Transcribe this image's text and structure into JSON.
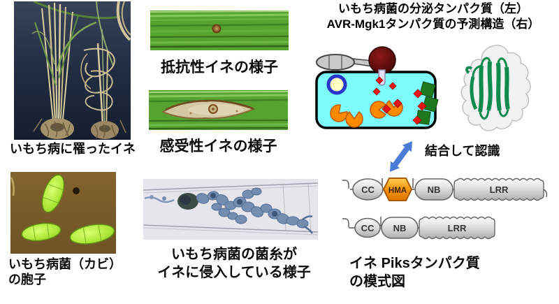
{
  "figure": {
    "description_domain": "rice-blast-disease-figure"
  },
  "photos": {
    "diseased_rice": {
      "caption": "いもち病に罹ったイネ"
    },
    "resistant_leaf": {
      "caption": "抵抗性イネの様子"
    },
    "susceptible_leaf": {
      "caption": "感受性イネの様子"
    },
    "spores": {
      "caption_line1": "いもち病菌（カビ）",
      "caption_line2": "の胞子"
    },
    "hyphae": {
      "caption_line1": "いもち病菌の菌糸が",
      "caption_line2": "イネに侵入している様子"
    }
  },
  "effector_panel": {
    "title_line1": "いもち病菌の分泌タンパク質（左）",
    "title_line2_bold": "AVR-Mgk1",
    "title_line2_rest": "タンパク質の予測構造（右）",
    "binding_label": "結合して認識"
  },
  "piks_diagram": {
    "row1_domains": {
      "cc": "CC",
      "hma": "HMA",
      "nb": "NB",
      "lrr": "LRR"
    },
    "row2_domains": {
      "cc": "CC",
      "nb": "NB",
      "lrr": "LRR"
    },
    "caption": {
      "prefix": "イネ ",
      "bold": "Piks",
      "suffix": "タンパク質",
      "line2": "の模式図"
    }
  },
  "colors": {
    "cell_cyan": "#7DFBFB",
    "appressorium_darkred": "#6E1010",
    "effector_red": "#E81212",
    "receptor_orange": "#FF8A00",
    "recognition_green": "#1E7A1E",
    "arrow_blue": "#4A7CD6",
    "hma_orange": "#F59000",
    "ribbon_green": "#108A4E"
  }
}
